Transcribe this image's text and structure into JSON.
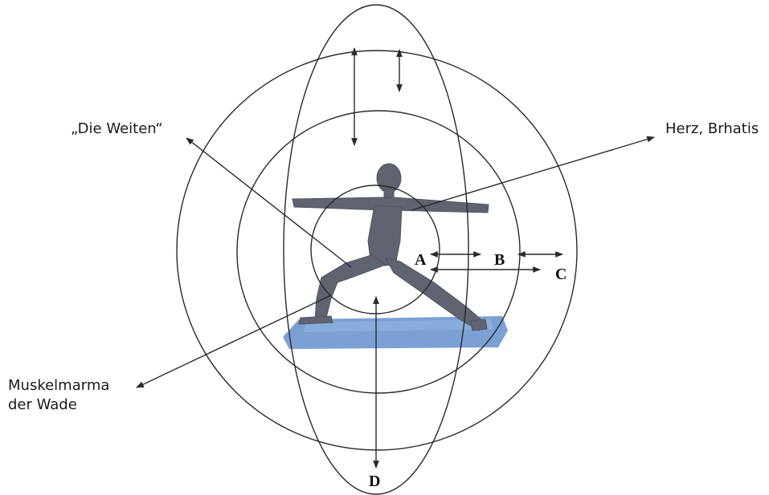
{
  "labels": {
    "weiten": "„Die Weiten“",
    "herz": "Herz, Brhatis",
    "muskel_line1": "Muskelmarma",
    "muskel_line2": "der Wade"
  },
  "letters": {
    "a": "A",
    "b": "B",
    "c": "C",
    "d": "D"
  },
  "colors": {
    "line": "#2a2a2a",
    "figure": "#5f6470",
    "mat": "#6d97cf"
  }
}
